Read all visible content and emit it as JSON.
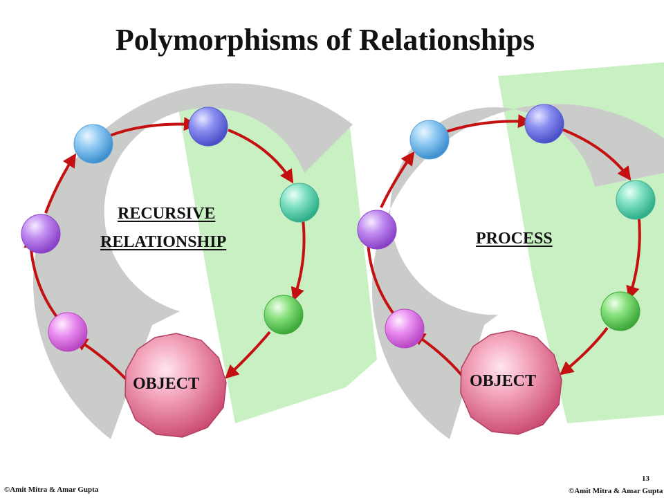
{
  "title": "Polymorphisms of Relationships",
  "left_cycle": {
    "center_label_line1": "RECURSIVE",
    "center_label_line2": "RELATIONSHIP",
    "object_label": "OBJECT"
  },
  "right_cycle": {
    "center_label": "PROCESS",
    "object_label": "OBJECT"
  },
  "footer": {
    "credit_left": "©Amit Mitra & Amar Gupta",
    "credit_right": "©Amit Mitra & Amar Gupta",
    "page_number": "13"
  },
  "colors": {
    "arrow": "#c41010",
    "ring_gray": "#c9ccc9",
    "ring_green": "#c8f0c2",
    "object_pink": "#e07090"
  },
  "node_colors": [
    "sky-blue",
    "indigo-blue",
    "teal",
    "green",
    "pink-object",
    "magenta",
    "violet"
  ]
}
